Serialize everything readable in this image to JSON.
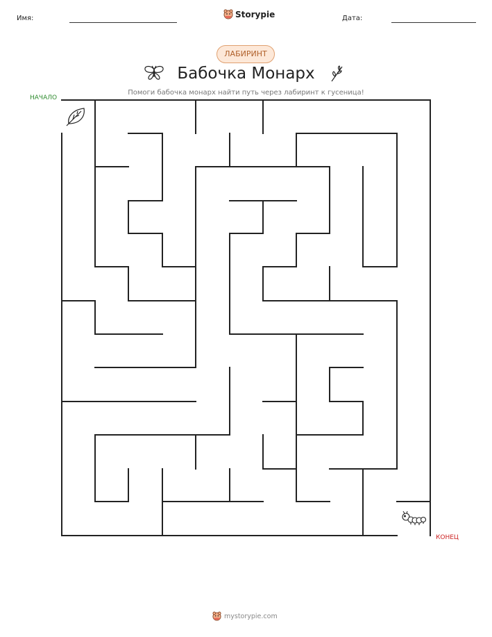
{
  "header": {
    "name_label": "Имя:",
    "date_label": "Дата:",
    "brand": "Storypie"
  },
  "tag": "ЛАБИРИНТ",
  "title": "Бабочка Монарх",
  "subtitle": "Помоги бабочка монарх найти путь через лабиринт к гусеница!",
  "start_label": "НАЧАЛО",
  "end_label": "КОНЕЦ",
  "footer": {
    "site": "mystorypie.com"
  },
  "icons": {
    "brand": "storypie-logo-icon",
    "title_left": "butterfly-icon",
    "title_right": "twig-icon",
    "start": "leaf-icon",
    "end": "caterpillar-icon"
  },
  "colors": {
    "start": "#2e8b2e",
    "end": "#cc2222",
    "tag_background": "#fde8d8",
    "tag_border": "#e0a070",
    "maze_wall": "#222222"
  }
}
